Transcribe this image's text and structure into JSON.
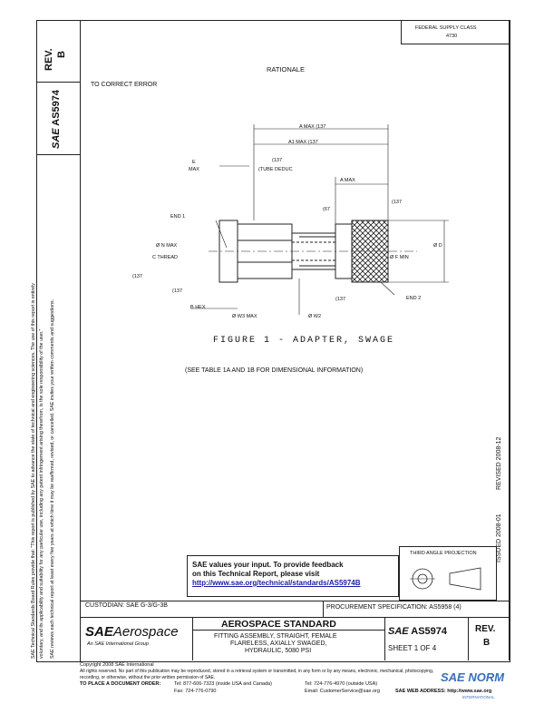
{
  "side": {
    "rev_label": "REV.",
    "rev_value": "B",
    "doc_number": "AS5974",
    "brand_mark": "SAE",
    "notice_line1": "SAE Technical Standards Board Rules provide that: \"This report is published by SAE to advance the state of technical and engineering sciences. The use of this report is entirely",
    "notice_line2": "voluntary, and its applicability and suitability for any particular use, including any patent infringement arising therefrom, is the sole responsibility of the user.\"",
    "notice_line3": "SAE reviews each technical report at least every five years at which time it may be reaffirmed, revised, or cancelled. SAE invites your written comments and suggestions.",
    "issued": "ISSUED 2008-01",
    "revised": "REVISED 2008-12"
  },
  "header": {
    "federal_line1": "FEDERAL SUPPLY CLASS",
    "federal_line2": "4730",
    "rationale": "RATIONALE",
    "correction": "TO CORRECT ERROR"
  },
  "figure": {
    "caption": "FIGURE 1 - ADAPTER, SWAGE",
    "see_table": "(SEE TABLE 1A AND 1B FOR DIMENSIONAL INFORMATION)",
    "labels": {
      "a_max": "A MAX (137",
      "a1_max": "A1 MAX (137",
      "e_max": "E",
      "e_max2": "MAX",
      "tube_deduct": "(TUBE DEDUC",
      "r137": "(137",
      "a_max2": "A MAX",
      "end1": "END 1",
      "b_n_max": "Ø N MAX",
      "c_thread": "C THREAD",
      "r137b": "(137",
      "r137c": "(137",
      "b_hex": "B HEX",
      "b_w3": "Ø W3 MAX",
      "w2": "Ø W2",
      "r67": "(67",
      "r137d": "(137",
      "r137e": "(137",
      "d_min": "Ø F MIN",
      "d_dim": "Ø D",
      "end2": "END 2"
    }
  },
  "feedback": {
    "line1": "SAE values your input. To provide feedback",
    "line2": "on this Technical Report, please visit",
    "link": "http://www.sae.org/technical/standards/AS5974B"
  },
  "projection": "THIRD ANGLE PROJECTION",
  "title_block": {
    "custodian": "CUSTODIAN: SAE G-3/G-3B",
    "procurement": "PROCUREMENT SPECIFICATION: AS5958 (4)",
    "brand": "SAE",
    "aerospace": "Aerospace",
    "intl_group": "An SAE International Group",
    "standard_title": "AEROSPACE STANDARD",
    "desc1": "FITTING ASSEMBLY, STRAIGHT, FEMALE",
    "desc2": "FLARELESS, AXIALLY SWAGED,",
    "desc3": "HYDRAULIC, 5080 PSI",
    "doc_brand": "SAE",
    "doc_number": "AS5974",
    "sheet": "SHEET 1 OF 4",
    "rev_label": "REV.",
    "rev_value": "B"
  },
  "footer": {
    "copyright": "Copyright 2008 SAE International",
    "rights": "All rights reserved. No part of this publication may be reproduced, stored in a retrieval system or transmitted, in any form or by any means, electronic, mechanical, photocopying,",
    "rights2": "recording, or otherwise, without the prior written permission of SAE.",
    "order_label": "TO PLACE A DOCUMENT ORDER:",
    "tel1": "Tel: 877-606-7323 (inside USA and Canada)",
    "tel2": "Tel: 724-776-4970 (outside USA)",
    "fax": "Fax: 724-776-0790",
    "email": "Email: CustomerService@sae.org",
    "web": "SAE WEB ADDRESS: http://www.sae.org",
    "watermark": "SAE NORM",
    "watermark_sub": "INTERNATIONAL"
  }
}
